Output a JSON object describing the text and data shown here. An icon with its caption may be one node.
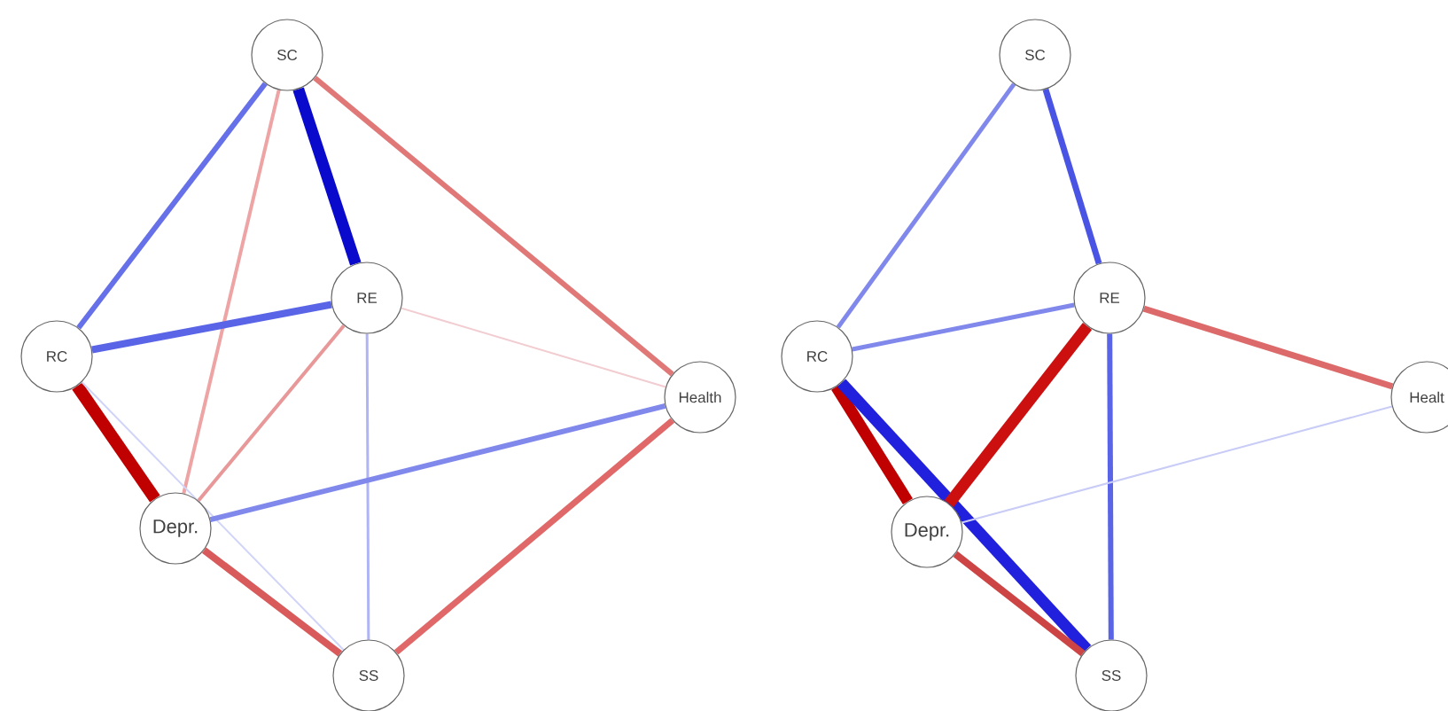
{
  "diagram": {
    "nodes": [
      {
        "text": [
          "SC"
        ]
      },
      {
        "text": [
          "RC"
        ]
      },
      {
        "text": [
          "RE"
        ]
      },
      {
        "text": [
          "Health"
        ]
      },
      {
        "text": [
          "Depr."
        ]
      },
      {
        "text": [
          "SS"
        ]
      },
      {
        "text": [
          "SC"
        ]
      },
      {
        "text": [
          "RC"
        ]
      },
      {
        "text": [
          "RE"
        ]
      },
      {
        "text": [
          "Healt"
        ]
      },
      {
        "text": [
          "Depr."
        ]
      },
      {
        "text": [
          "SS"
        ]
      }
    ],
    "edges": [
      {
        "from": 0,
        "to": 2,
        "arrow": "none",
        "style": "thick",
        "color": "#0a0acc"
      },
      {
        "from": 0,
        "to": 1,
        "arrow": "none",
        "color": "#6670e8"
      },
      {
        "from": 0,
        "to": 3,
        "arrow": "none",
        "color": "#e07878"
      },
      {
        "from": 0,
        "to": 4,
        "arrow": "none",
        "color": "#eea4a4"
      },
      {
        "from": 1,
        "to": 2,
        "arrow": "none",
        "color": "#5a64e6"
      },
      {
        "from": 1,
        "to": 4,
        "arrow": "none",
        "style": "thick",
        "color": "#c00000"
      },
      {
        "from": 1,
        "to": 5,
        "arrow": "none",
        "color": "#d0d4f8"
      },
      {
        "from": 2,
        "to": 4,
        "arrow": "none",
        "color": "#e89898"
      },
      {
        "from": 2,
        "to": 3,
        "arrow": "none",
        "color": "#f2ccd0"
      },
      {
        "from": 2,
        "to": 5,
        "arrow": "none",
        "color": "#b0b4f4"
      },
      {
        "from": 4,
        "to": 3,
        "arrow": "none",
        "color": "#8088ec"
      },
      {
        "from": 3,
        "to": 5,
        "arrow": "none",
        "color": "#e06868"
      },
      {
        "from": 4,
        "to": 5,
        "arrow": "none",
        "color": "#d85a5a"
      },
      {
        "from": 6,
        "to": 7,
        "arrow": "none",
        "color": "#8088ec"
      },
      {
        "from": 6,
        "to": 8,
        "arrow": "none",
        "color": "#4a54e4"
      },
      {
        "from": 7,
        "to": 8,
        "arrow": "none",
        "color": "#8088ec"
      },
      {
        "from": 7,
        "to": 10,
        "arrow": "none",
        "style": "thick",
        "color": "#c00000"
      },
      {
        "from": 7,
        "to": 11,
        "arrow": "none",
        "style": "thick",
        "color": "#2020dd"
      },
      {
        "from": 8,
        "to": 10,
        "arrow": "none",
        "style": "thick",
        "color": "#cc1010"
      },
      {
        "from": 8,
        "to": 9,
        "arrow": "none",
        "color": "#dd6a6a"
      },
      {
        "from": 8,
        "to": 11,
        "arrow": "none",
        "color": "#5a64e6"
      },
      {
        "from": 10,
        "to": 9,
        "arrow": "none",
        "color": "#c8ccf6"
      },
      {
        "from": 10,
        "to": 11,
        "arrow": "none",
        "color": "#cc4444"
      }
    ]
  }
}
